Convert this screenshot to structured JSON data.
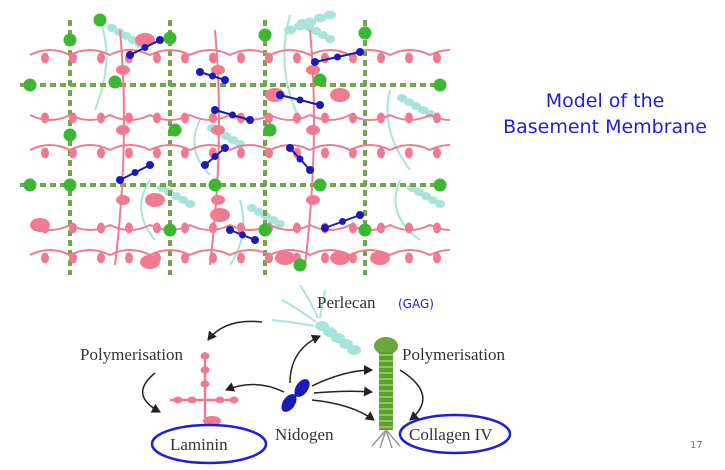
{
  "title": {
    "line1": "Model of the",
    "line2": "Basement Membrane"
  },
  "slide_number": "17",
  "labels": {
    "perlecan": "Perlecan",
    "gag": "(GAG)",
    "polymerisation_left": "Polymerisation",
    "polymerisation_right": "Polymerisation",
    "laminin": "Laminin",
    "nidogen": "Nidogen",
    "collagen": "Collagen IV"
  },
  "colors": {
    "title": "#1f1fd6",
    "laminin": "#f07a90",
    "nidogen": "#1a1ab8",
    "perlecan": "#a8e4dc",
    "collagen": "#6aa83a",
    "collagen_node": "#3cb830",
    "highlight_ellipse": "#1f1fd6"
  }
}
